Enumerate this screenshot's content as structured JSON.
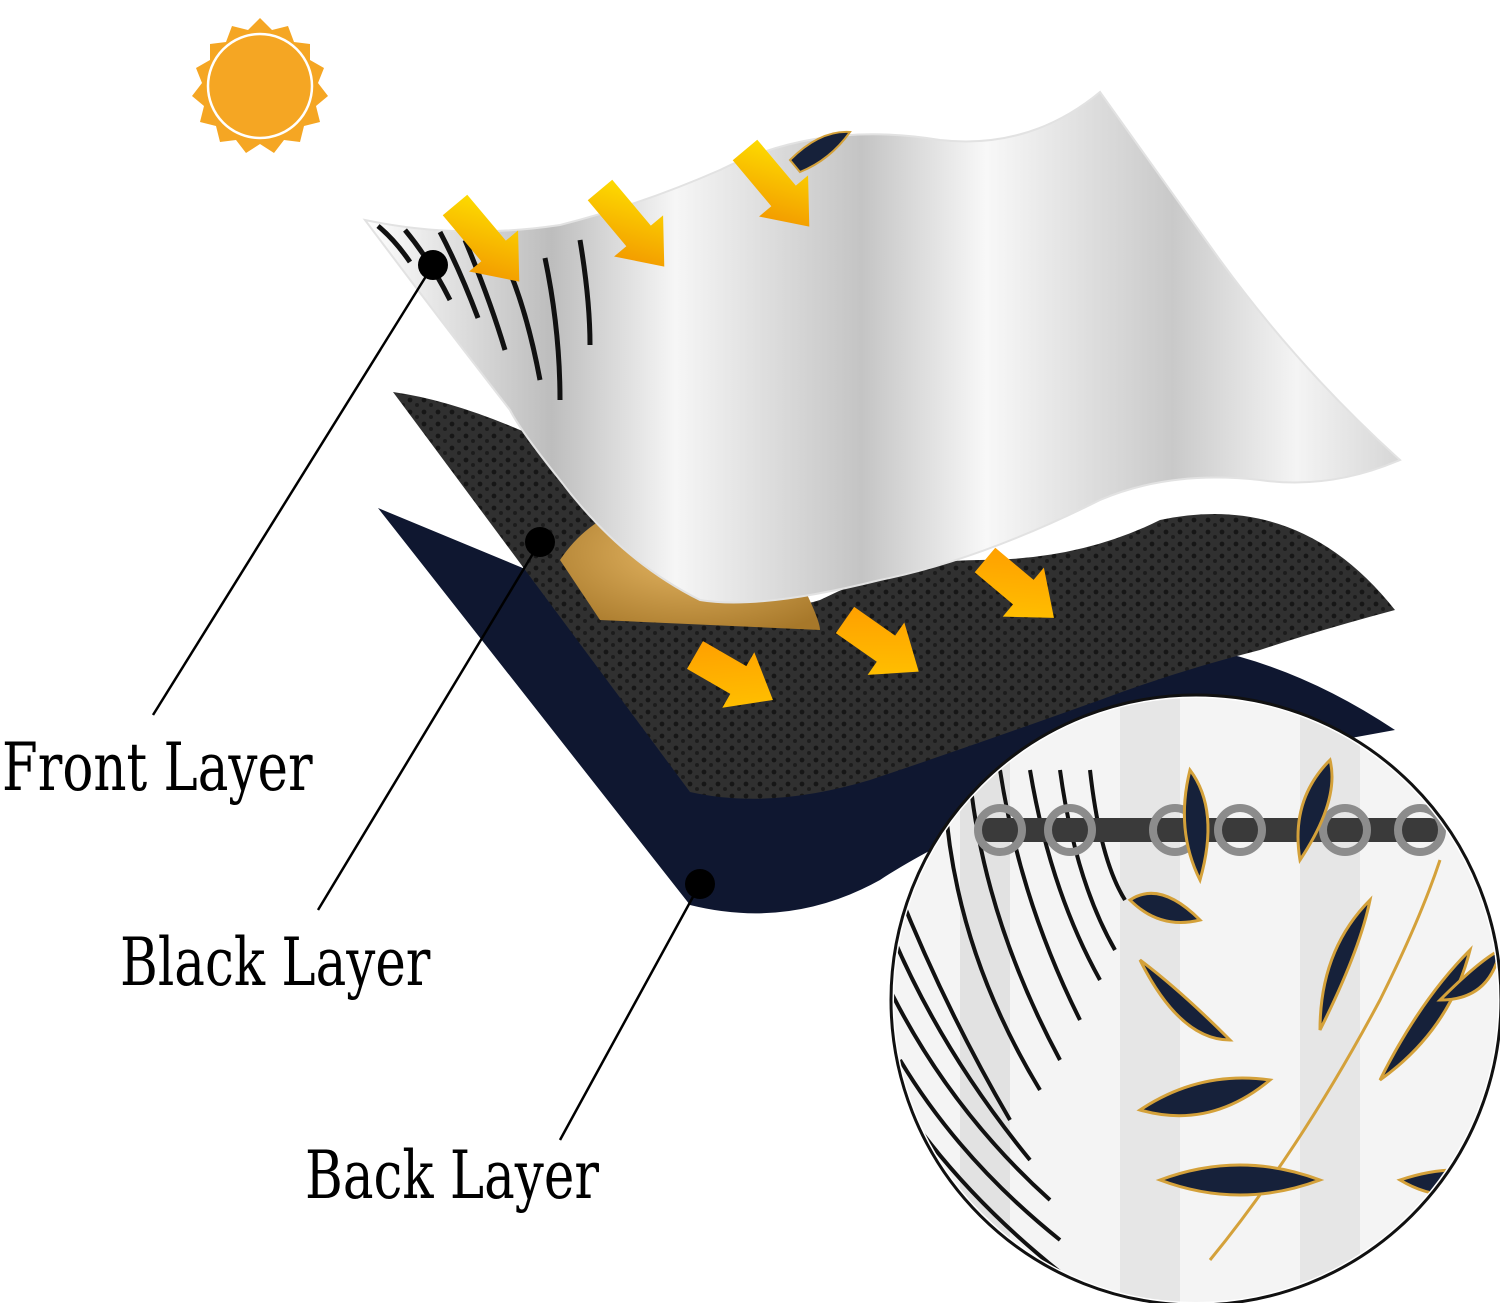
{
  "labels": {
    "front": "Front Layer",
    "black": "Black Layer",
    "back": "Back Layer"
  },
  "icons": {
    "sun": "sun-icon",
    "arrow": "sunlight-arrow-icon",
    "grommet": "grommet-ring-icon"
  },
  "colors": {
    "sun": "#f5a623",
    "front_layer": "#f1f1f1",
    "stripe": "#111111",
    "black_layer": "#2b2b2b",
    "back_layer": "#0f1730",
    "gold": "#d4a13a",
    "arrow_light": "#ffe600",
    "arrow_dark": "#f08a00",
    "leaf": "#16213a"
  }
}
